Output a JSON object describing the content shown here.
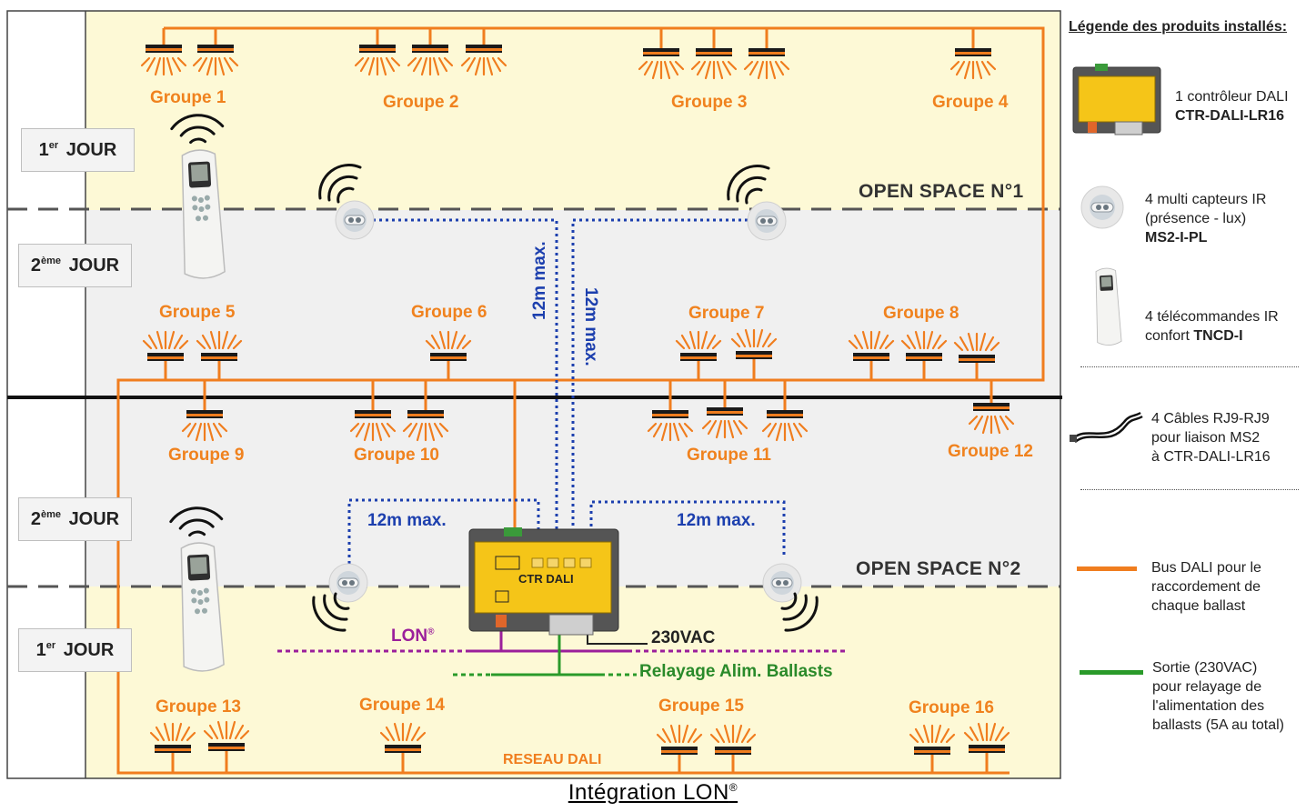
{
  "caption": {
    "text": "Intégration LON",
    "mark": "®"
  },
  "zones": {
    "open_space_1": "OPEN SPACE N°1",
    "open_space_2": "OPEN SPACE N°2"
  },
  "days": {
    "first_top": {
      "num": "1",
      "sup": "er",
      "word": "JOUR"
    },
    "second_top": {
      "num": "2",
      "sup": "ème",
      "word": "JOUR"
    },
    "second_bottom": {
      "num": "2",
      "sup": "ème",
      "word": "JOUR"
    },
    "first_bottom": {
      "num": "1",
      "sup": "er",
      "word": "JOUR"
    }
  },
  "groups": [
    "Groupe 1",
    "Groupe 2",
    "Groupe 3",
    "Groupe 4",
    "Groupe 5",
    "Groupe 6",
    "Groupe 7",
    "Groupe 8",
    "Groupe 9",
    "Groupe 10",
    "Groupe 11",
    "Groupe 12",
    "Groupe 13",
    "Groupe 14",
    "Groupe 15",
    "Groupe 16"
  ],
  "distances": {
    "max_12m": "12m max."
  },
  "controller": {
    "label": "CTR DALI"
  },
  "wiring": {
    "lon": "LON",
    "lon_mark": "®",
    "vac": "230VAC",
    "relay": "Relayage Alim. Ballasts",
    "network": "RESEAU DALI"
  },
  "legend": {
    "title": "Légende des produits installés:",
    "controller": {
      "line1": "1 contrôleur DALI",
      "line2": "CTR-DALI-LR16"
    },
    "sensors": {
      "line1": "4 multi capteurs IR",
      "line2": "(présence - lux)",
      "line3": "MS2-I-PL"
    },
    "remotes": {
      "line1": "4 télécommandes IR",
      "line2a": "confort ",
      "line2b": "TNCD-I"
    },
    "cables": {
      "line1": "4 Câbles RJ9-RJ9",
      "line2": "pour liaison MS2",
      "line3": "à CTR-DALI-LR16"
    },
    "bus": {
      "line1": "Bus DALI pour le",
      "line2": "raccordement de",
      "line3": "chaque ballast"
    },
    "output": {
      "line1": "Sortie (230VAC)",
      "line2": "pour relayage de",
      "line3": "l'alimentation des",
      "line4": "ballasts (5A au total)"
    }
  },
  "colors": {
    "dali": "#f07d1e",
    "lon": "#9b1f9b",
    "relay": "#2a9a2a",
    "link": "#1c3fae",
    "yellow_zone": "#fdf9d6",
    "grey_zone": "#f0f0f0"
  },
  "icons": [
    "light-fixture-icon",
    "ir-sensor-icon",
    "remote-control-icon",
    "controller-icon",
    "cable-icon"
  ]
}
